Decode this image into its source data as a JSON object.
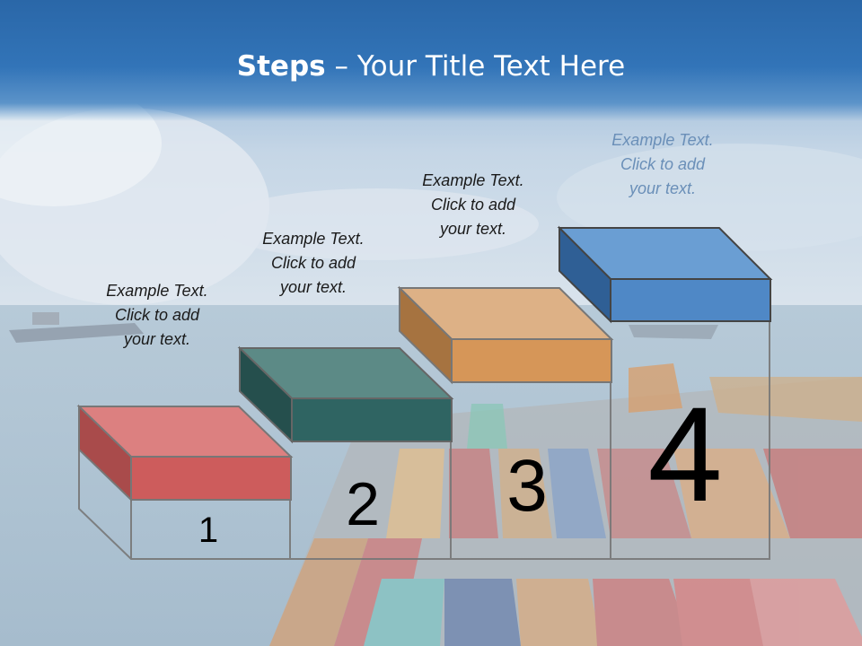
{
  "title": {
    "bold": "Steps",
    "rest": " – Your Title Text Here"
  },
  "steps": [
    {
      "number": "1",
      "caption": "Example Text.\nClick  to add\nyour text.",
      "color": "#cd5c5c"
    },
    {
      "number": "2",
      "caption": "Example Text.\nClick  to add\nyour text.",
      "color": "#2f6462"
    },
    {
      "number": "3",
      "caption": "Example Text.\nClick  to add\nyour text.",
      "color": "#d69658"
    },
    {
      "number": "4",
      "caption": "Example Text.\nClick  to add\nyour text.",
      "color": "#4f88c6"
    }
  ],
  "colors": {
    "title_bar": "#2a67a8",
    "title_text": "#ffffff"
  }
}
